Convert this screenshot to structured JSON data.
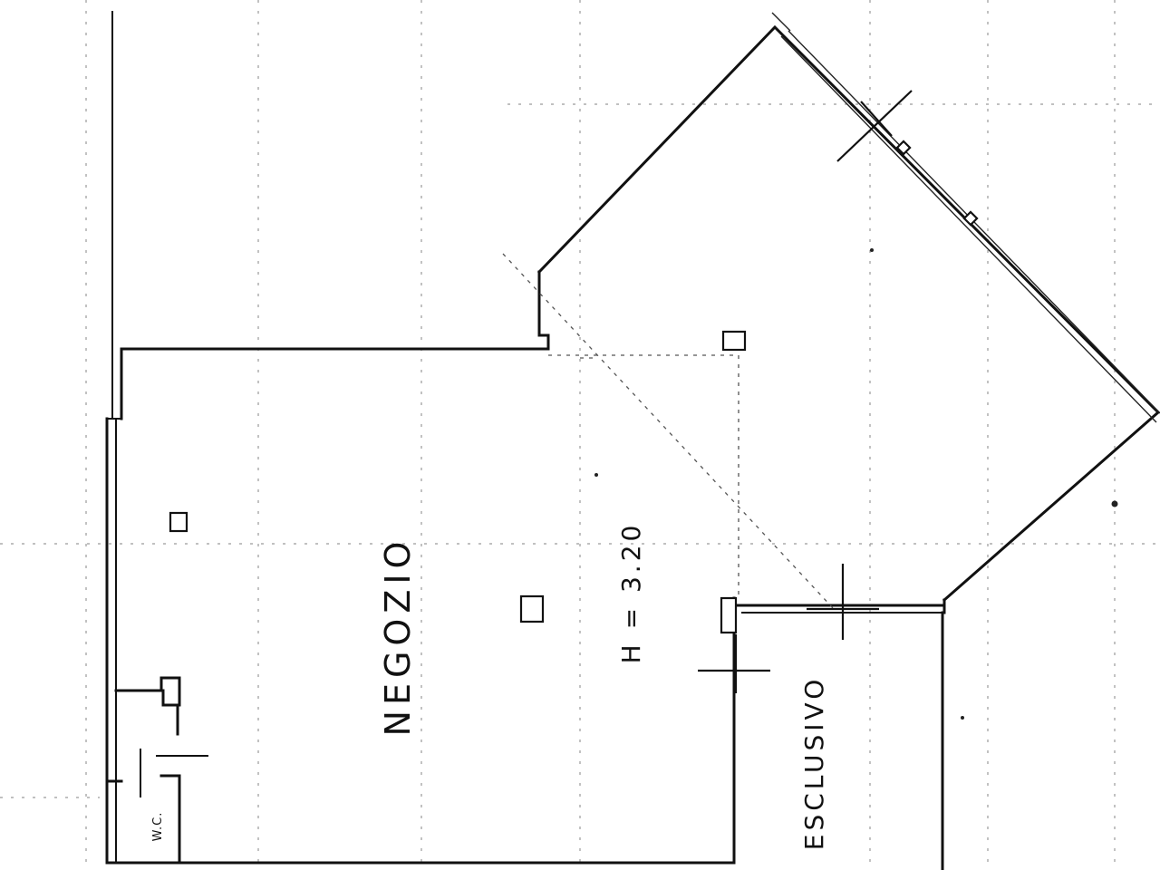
{
  "labels": {
    "room_name": "NEGOZIO",
    "height": "H = 3.20",
    "wc": "W.C.",
    "exclusive": "ESCLUSIVO"
  }
}
